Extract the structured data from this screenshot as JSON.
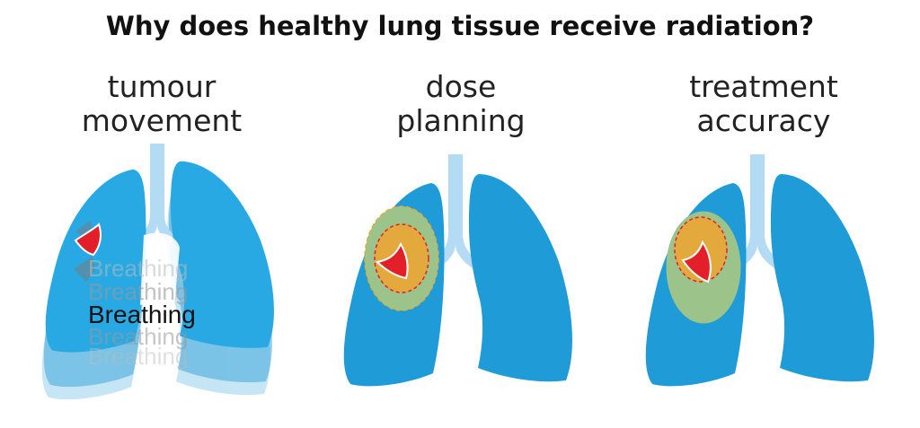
{
  "title": "Why does healthy lung tissue receive radiation?",
  "panels": [
    {
      "line1": "tumour",
      "line2": "movement"
    },
    {
      "line1": "dose",
      "line2": "planning"
    },
    {
      "line1": "treatment",
      "line2": "accuracy"
    }
  ],
  "breathing_label": "Breathing",
  "colors": {
    "lung": "#1f9bd7",
    "lung_light": "#c6e3f7",
    "trachea": "#b3dbf3",
    "tumour": "#e3202a",
    "margin_orange": "#e3a93c",
    "margin_green": "#9cc48a"
  }
}
